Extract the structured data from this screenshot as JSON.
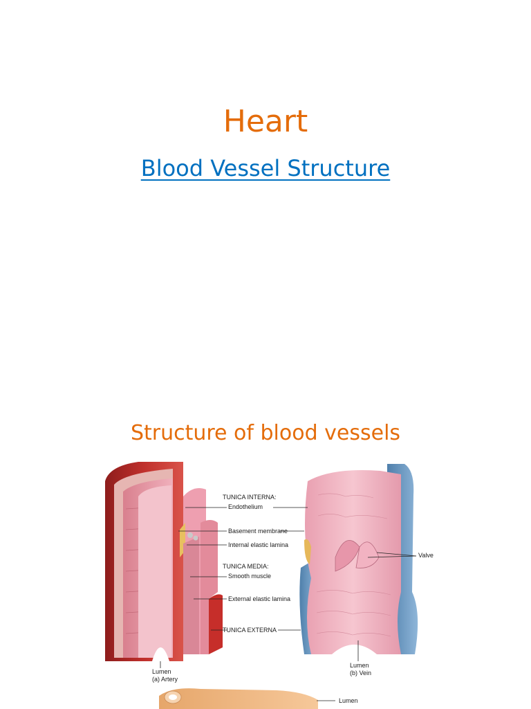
{
  "page": {
    "title": "Heart",
    "subtitle": "Blood Vessel Structure",
    "section_heading": "Structure of blood vessels"
  },
  "figure": {
    "labels": {
      "tunica_interna": "TUNICA INTERNA:",
      "endothelium": "Endothelium",
      "basement_membrane": "Basement membrane",
      "internal_elastic_lamina": "Internal elastic lamina",
      "tunica_media": "TUNICA MEDIA:",
      "smooth_muscle": "Smooth muscle",
      "external_elastic_lamina": "External elastic lamina",
      "tunica_externa": "TUNICA EXTERNA",
      "valve": "Valve",
      "lumen_artery": "Lumen",
      "artery_caption": "(a) Artery",
      "lumen_vein": "Lumen",
      "vein_caption": "(b) Vein",
      "lumen_capillary": "Lumen"
    },
    "colors": {
      "externa_red": "#c0302c",
      "media_pink": "#e89aa8",
      "interna_pink": "#f1b8c4",
      "vein_blue": "#6b9cc6",
      "capillary_tan": "#f0b37a"
    }
  }
}
